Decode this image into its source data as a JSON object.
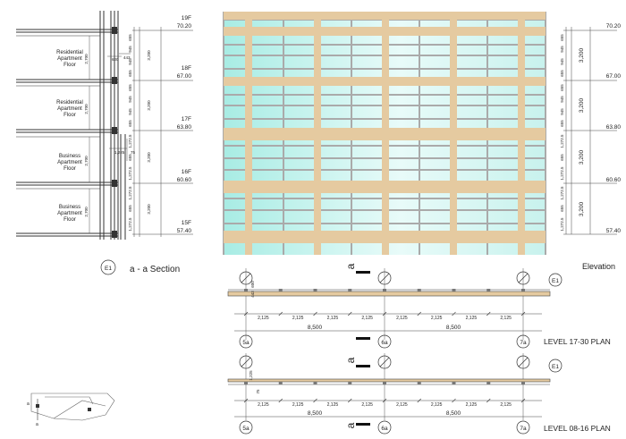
{
  "section": {
    "caption": "a - a  Section",
    "marker": "E1",
    "rooms": [
      {
        "line1": "Residential",
        "line2": "Apartment",
        "line3": "Floor",
        "height": "2,700"
      },
      {
        "line1": "Residential",
        "line2": "Apartment",
        "line3": "Floor",
        "height": "2,700"
      },
      {
        "line1": "Business",
        "line2": "Apartment",
        "line3": "Floor",
        "height": "2,700"
      },
      {
        "line1": "Business",
        "line2": "Apartment",
        "line3": "Floor",
        "height": "2,700"
      }
    ],
    "details": {
      "d1": "600",
      "d2": "443",
      "d3": "1,225",
      "d4": "75"
    },
    "sub_dims": [
      [
        "655",
        "945",
        "945",
        "655"
      ],
      [
        "655",
        "945",
        "945",
        "655"
      ],
      [
        "1,272.5",
        "655",
        "1,272.5"
      ],
      [
        "1,272.5",
        "655",
        "1,272.5"
      ]
    ],
    "floor_dim": "3,200",
    "levels": [
      {
        "floor": "19F",
        "elev": "70.20"
      },
      {
        "floor": "18F",
        "elev": "67.00"
      },
      {
        "floor": "17F",
        "elev": "63.80"
      },
      {
        "floor": "16F",
        "elev": "60.60"
      },
      {
        "floor": "15F",
        "elev": "57.40"
      }
    ]
  },
  "elevation": {
    "caption": "Elevation",
    "sub_dims": [
      [
        "655",
        "945",
        "945",
        "655"
      ],
      [
        "655",
        "945",
        "945",
        "655"
      ],
      [
        "1,272.5",
        "655",
        "1,272.5"
      ],
      [
        "1,272.5",
        "655",
        "1,272.5"
      ]
    ],
    "floor_dim": "3,200",
    "levels": [
      {
        "elev": "70.20"
      },
      {
        "elev": "67.00"
      },
      {
        "elev": "63.80"
      },
      {
        "elev": "60.60"
      },
      {
        "elev": "57.40"
      }
    ]
  },
  "plan_upper": {
    "caption": "LEVEL 17-30 PLAN",
    "cut_label": "a",
    "marker": "E1",
    "side_dims": [
      "600",
      "443"
    ],
    "bay_dims": [
      "2,125",
      "2,125",
      "2,125",
      "2,125",
      "2,125",
      "2,125",
      "2,125",
      "2,125"
    ],
    "span_dims": [
      "8,500",
      "8,500"
    ],
    "axes": [
      "5a",
      "6a",
      "7a"
    ]
  },
  "plan_lower": {
    "caption": "LEVEL 08-16 PLAN",
    "cut_label": "a",
    "marker": "E1",
    "side_dims": [
      "1,225",
      "75"
    ],
    "bay_dims": [
      "2,125",
      "2,125",
      "2,125",
      "2,125",
      "2,125",
      "2,125",
      "2,125",
      "2,125"
    ],
    "span_dims": [
      "8,500",
      "8,500"
    ],
    "axes": [
      "5a",
      "6a",
      "7a"
    ]
  },
  "key_plan": {
    "label_a": "a",
    "label_b": "a"
  },
  "colors": {
    "glass": "#bff0ea",
    "glass_light": "#eefcfb",
    "frame": "#e5caa0",
    "mullion": "#aaaaaa",
    "line": "#333333"
  }
}
